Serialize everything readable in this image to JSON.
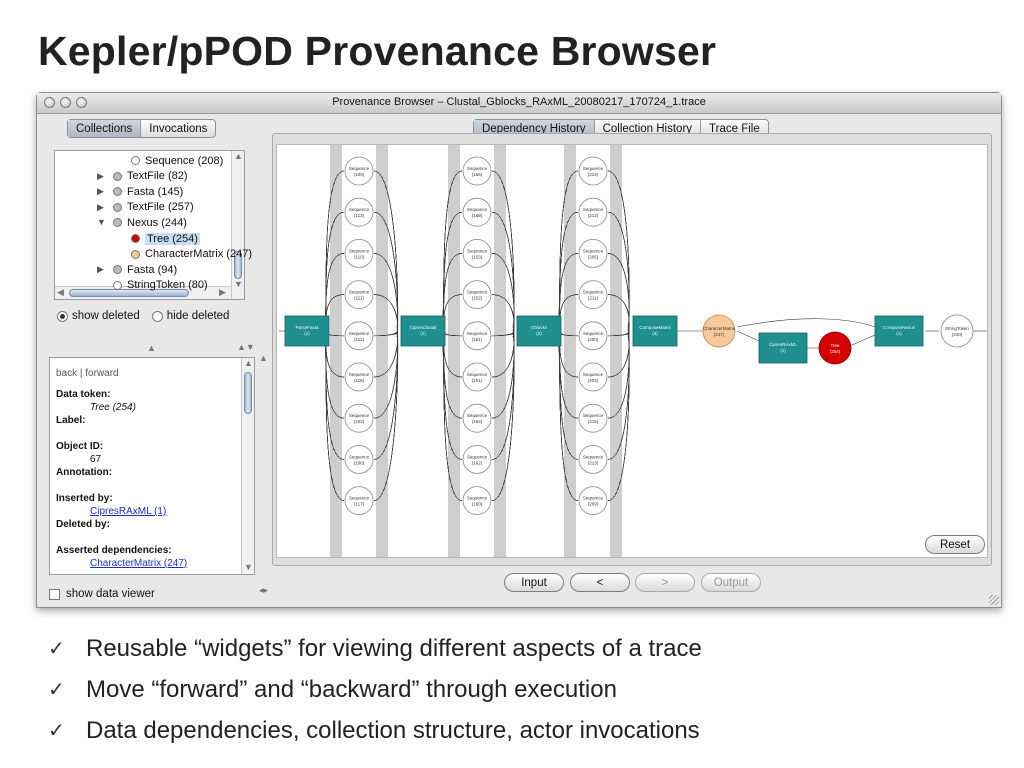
{
  "slide": {
    "title": "Kepler/pPOD Provenance Browser",
    "bullets": [
      "Reusable “widgets” for viewing different aspects of a trace",
      "Move “forward” and “backward” through execution",
      "Data dependencies, collection structure, actor invocations"
    ],
    "bullet_icon": "✓"
  },
  "window": {
    "title": "Provenance Browser – Clustal_Gblocks_RAxML_20080217_170724_1.trace"
  },
  "left_tabs": [
    "Collections",
    "Invocations"
  ],
  "right_tabs": [
    "Dependency History",
    "Collection History",
    "Trace File"
  ],
  "tree": [
    {
      "label": "Sequence (208)",
      "indent": 2,
      "expander": "",
      "color": "#ffffff"
    },
    {
      "label": "TextFile (82)",
      "indent": 1,
      "expander": "▶",
      "color": "#b6bdb6"
    },
    {
      "label": "Fasta (145)",
      "indent": 1,
      "expander": "▶",
      "color": "#b6bdb6"
    },
    {
      "label": "TextFile (257)",
      "indent": 1,
      "expander": "▶",
      "color": "#b6bdb6"
    },
    {
      "label": "Nexus (244)",
      "indent": 1,
      "expander": "▼",
      "color": "#b6bdb6"
    },
    {
      "label": "Tree (254)",
      "indent": 2,
      "expander": "",
      "color": "#cc0000",
      "selected": true
    },
    {
      "label": "CharacterMatrix (247)",
      "indent": 2,
      "expander": "",
      "color": "#f2c98c"
    },
    {
      "label": "Fasta (94)",
      "indent": 1,
      "expander": "▶",
      "color": "#b6bdb6"
    },
    {
      "label": "StringToken (80)",
      "indent": 1,
      "expander": "",
      "color": "#ffffff"
    }
  ],
  "radios": {
    "show_deleted": "show deleted",
    "hide_deleted": "hide deleted"
  },
  "info": {
    "nav": "back | forward",
    "data_token_label": "Data token:",
    "data_token_value": "Tree (254)",
    "label_label": "Label:",
    "object_id_label": "Object ID:",
    "object_id_value": "67",
    "annotation_label": "Annotation:",
    "inserted_by_label": "Inserted by:",
    "inserted_by_value": "CipresRAxML (1)",
    "deleted_by_label": "Deleted by:",
    "asserted_label": "Asserted dependencies:",
    "asserted_value": "CharacterMatrix (247)"
  },
  "checkbox_label": "show data viewer",
  "buttons": {
    "reset": "Reset",
    "input": "Input",
    "back": "<",
    "forward": ">",
    "output": "Output"
  },
  "graph": {
    "columns": [
      {
        "label": "Sequence",
        "values": [
          "105",
          "113",
          "110",
          "111",
          "112",
          "116",
          "102",
          "106",
          "117"
        ]
      },
      {
        "label": "Sequence",
        "values": [
          "156",
          "168",
          "153",
          "152",
          "161",
          "151",
          "164",
          "162",
          "160"
        ]
      },
      {
        "label": "Sequence",
        "values": [
          "214",
          "212",
          "205",
          "211",
          "200",
          "202",
          "215",
          "213",
          "209"
        ]
      }
    ],
    "actors": [
      {
        "label": "ParseFasta",
        "sub": "(1)"
      },
      {
        "label": "CipresClustal",
        "sub": "(1)"
      },
      {
        "label": "Gblocks",
        "sub": "(2)"
      },
      {
        "label": "ComposeMatrix",
        "sub": "(8)"
      },
      {
        "label": "CipresRAxML",
        "sub": "(1)"
      },
      {
        "label": "ComposeNexus",
        "sub": "(1)"
      }
    ],
    "tokens": [
      {
        "label": "CharacterMatrix",
        "sub": "(247)"
      },
      {
        "label": "Tree",
        "sub": "(254)"
      },
      {
        "label": "StringToken",
        "sub": "(240)"
      }
    ],
    "colors": {
      "actor": "#1f8f8f",
      "matrix": "#f7c99b",
      "tree": "#d40000"
    }
  }
}
